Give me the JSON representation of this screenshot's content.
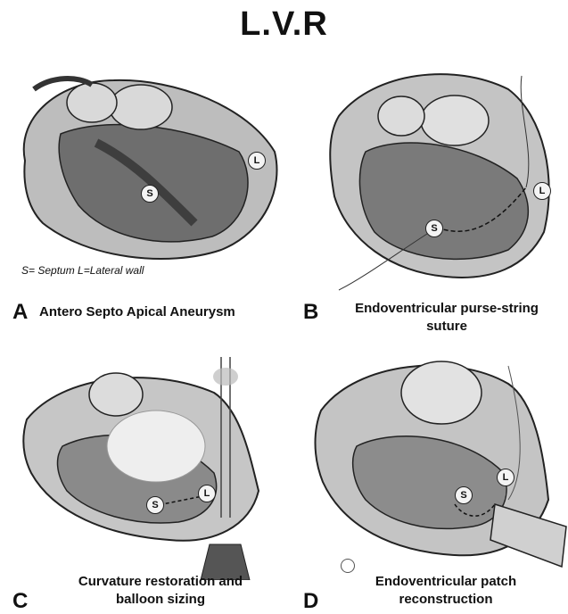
{
  "title": "L.V.R",
  "panels": [
    {
      "letter": "A",
      "caption": "Antero Septo Apical Aneurysm",
      "legend": "S= Septum   L=Lateral wall"
    },
    {
      "letter": "B",
      "caption": "Endoventricular purse-string suture"
    },
    {
      "letter": "C",
      "caption": "Curvature restoration and balloon sizing"
    },
    {
      "letter": "D",
      "caption": "Endoventricular patch reconstruction"
    }
  ],
  "markers": {
    "septum": "S",
    "lateral": "L"
  }
}
